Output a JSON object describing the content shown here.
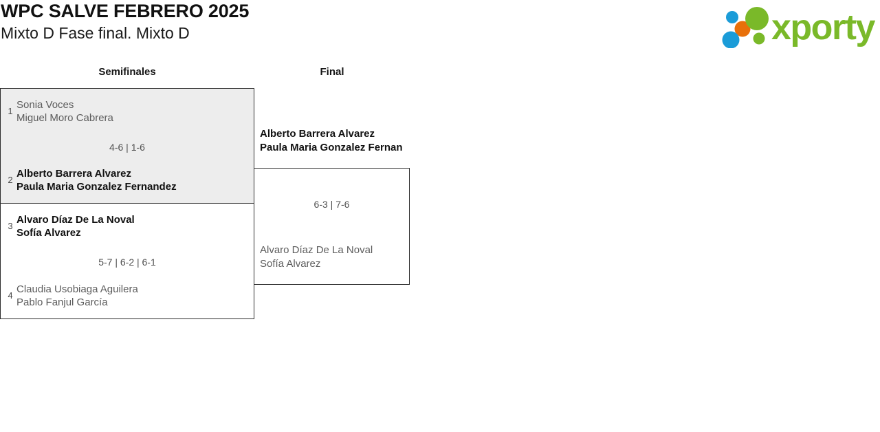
{
  "header": {
    "tournament_title": "WPC SALVE FEBRERO 2025",
    "category_title": "Mixto D Fase final. Mixto D",
    "logo": {
      "wordmark": "xporty",
      "colors": {
        "green": "#7ab929",
        "blue": "#1b9cd8",
        "orange": "#e8700a"
      },
      "dots": [
        {
          "name": "dot-blue-small",
          "color": "#1b9cd8"
        },
        {
          "name": "dot-orange",
          "color": "#e8700a"
        },
        {
          "name": "dot-blue-large",
          "color": "#1b9cd8"
        },
        {
          "name": "dot-green-large",
          "color": "#7ab929"
        },
        {
          "name": "dot-green-small",
          "color": "#7ab929"
        }
      ]
    }
  },
  "bracket": {
    "rounds": [
      {
        "key": "semifinals",
        "label": "Semifinales"
      },
      {
        "key": "final",
        "label": "Final"
      }
    ],
    "semifinals": [
      {
        "score": "4-6 | 1-6",
        "teams": [
          {
            "seed": "1",
            "player1": "Sonia Voces",
            "player2": "Miguel Moro Cabrera",
            "result": "loser"
          },
          {
            "seed": "2",
            "player1": "Alberto Barrera Alvarez",
            "player2": "Paula Maria Gonzalez Fernandez",
            "result": "winner"
          }
        ]
      },
      {
        "score": "5-7 | 6-2 | 6-1",
        "teams": [
          {
            "seed": "3",
            "player1": "Alvaro Díaz De La Noval",
            "player2": "Sofía Alvarez",
            "result": "winner"
          },
          {
            "seed": "4",
            "player1": "Claudia Usobiaga Aguilera",
            "player2": "Pablo Fanjul García",
            "result": "loser"
          }
        ]
      }
    ],
    "final": {
      "score": "6-3 | 7-6",
      "teams": [
        {
          "player1": "Alberto Barrera Alvarez",
          "player2": "Paula Maria Gonzalez Fernan",
          "result": "winner"
        },
        {
          "player1": "Alvaro Díaz De La Noval",
          "player2": "Sofía Alvarez",
          "result": "loser"
        }
      ]
    }
  }
}
